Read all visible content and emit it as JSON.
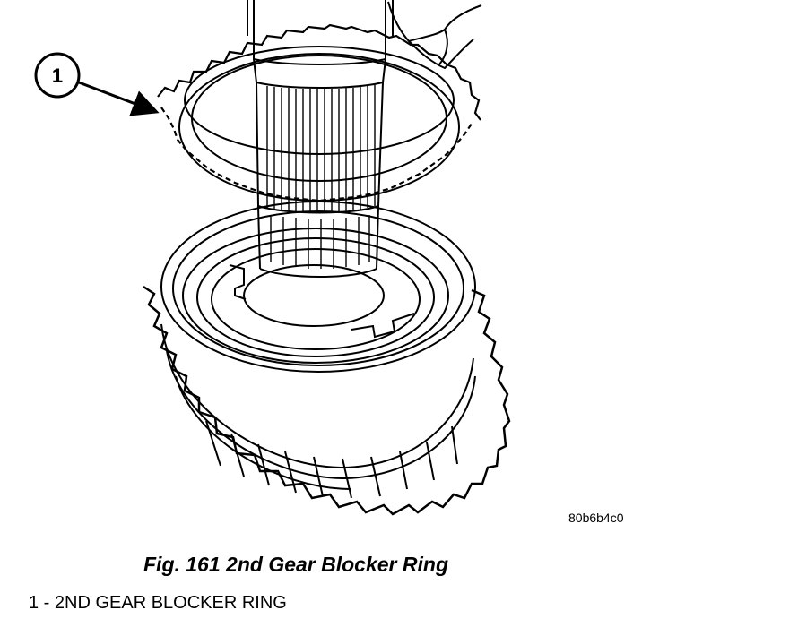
{
  "figure": {
    "callout_number": "1",
    "image_code": "80b6b4c0",
    "caption": "Fig. 161 2nd Gear Blocker Ring"
  },
  "legend": [
    {
      "number": "1",
      "text": "1 - 2ND GEAR BLOCKER RING"
    }
  ]
}
